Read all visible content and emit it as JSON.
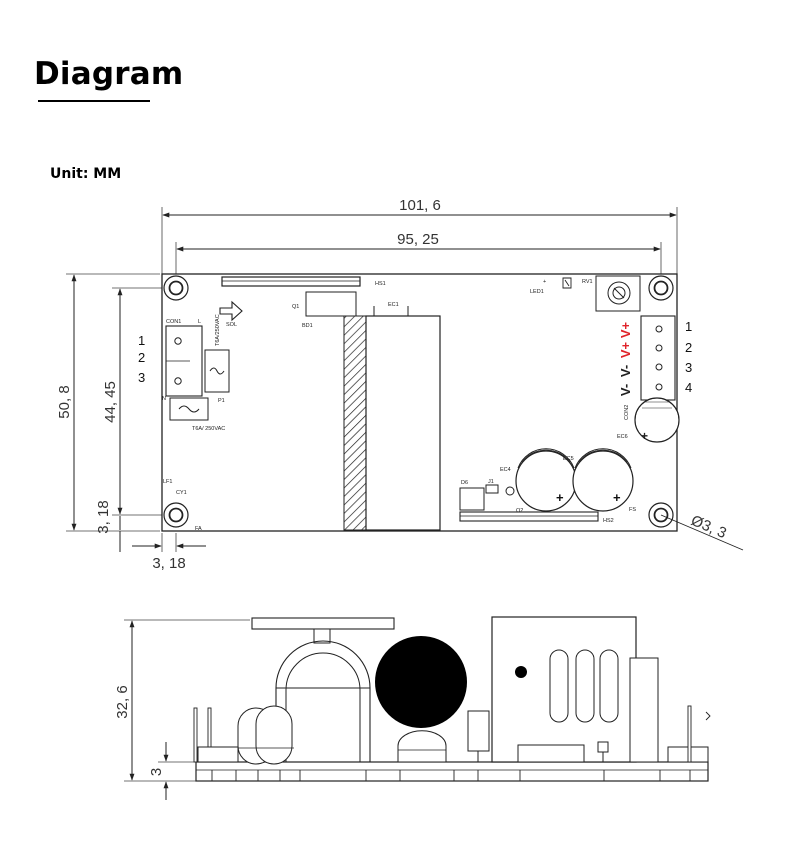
{
  "page": {
    "heading": "Diagram",
    "unit_label": "Unit: MM"
  },
  "top_view": {
    "dimensions": {
      "overall_width": "101, 6",
      "hole_spacing_width": "95, 25",
      "overall_height": "50, 8",
      "hole_spacing_height": "44, 45",
      "hole_offset_x": "3, 18",
      "hole_offset_y": "3, 18",
      "hole_diameter": "Ø3, 3"
    },
    "input_connector": {
      "name": "CON1",
      "pins": [
        "1",
        "2",
        "3"
      ],
      "line_label": "L",
      "neutral_label": "N",
      "fuse_label": "T6A/250VAC",
      "fuse_label_2": "T6A/ 250VAC"
    },
    "output_connector": {
      "name": "CON2",
      "pins": [
        "1",
        "2",
        "3",
        "4"
      ],
      "signals": [
        {
          "label": "V-",
          "color": "#222222"
        },
        {
          "label": "V-",
          "color": "#222222"
        },
        {
          "label": "V+",
          "color": "#e0242b"
        },
        {
          "label": "V+",
          "color": "#e0242b"
        }
      ]
    },
    "components": {
      "hs1": "HS1",
      "q1": "Q1",
      "bd1": "BD1",
      "ec1": "EC1",
      "sol": "SOL",
      "p1": "P1",
      "led1": "LED1",
      "rv1": "RV1",
      "plus": "+",
      "ec6": "EC6",
      "ec5": "EC5",
      "ec4": "EC4",
      "d6": "D6",
      "j1": "J1",
      "q2": "Q2",
      "hs2": "HS2",
      "fs": "FS",
      "lf1": "LF1",
      "cy1": "CY1",
      "fa": "FA"
    }
  },
  "side_view": {
    "dimensions": {
      "overall_height": "32, 6",
      "board_thickness": "3"
    }
  }
}
